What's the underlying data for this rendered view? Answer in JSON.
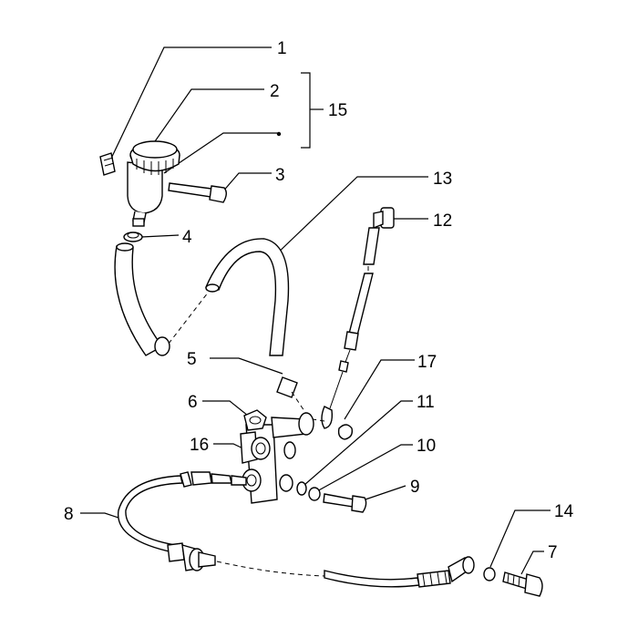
{
  "callouts": [
    {
      "id": "1",
      "text": "1"
    },
    {
      "id": "2",
      "text": "2"
    },
    {
      "id": "15",
      "text": "15"
    },
    {
      "id": "3",
      "text": "3"
    },
    {
      "id": "13",
      "text": "13"
    },
    {
      "id": "12",
      "text": "12"
    },
    {
      "id": "4",
      "text": "4"
    },
    {
      "id": "5",
      "text": "5"
    },
    {
      "id": "17",
      "text": "17"
    },
    {
      "id": "6",
      "text": "6"
    },
    {
      "id": "11",
      "text": "11"
    },
    {
      "id": "16",
      "text": "16"
    },
    {
      "id": "10",
      "text": "10"
    },
    {
      "id": "9",
      "text": "9"
    },
    {
      "id": "8",
      "text": "8"
    },
    {
      "id": "14",
      "text": "14"
    },
    {
      "id": "7",
      "text": "7"
    }
  ]
}
